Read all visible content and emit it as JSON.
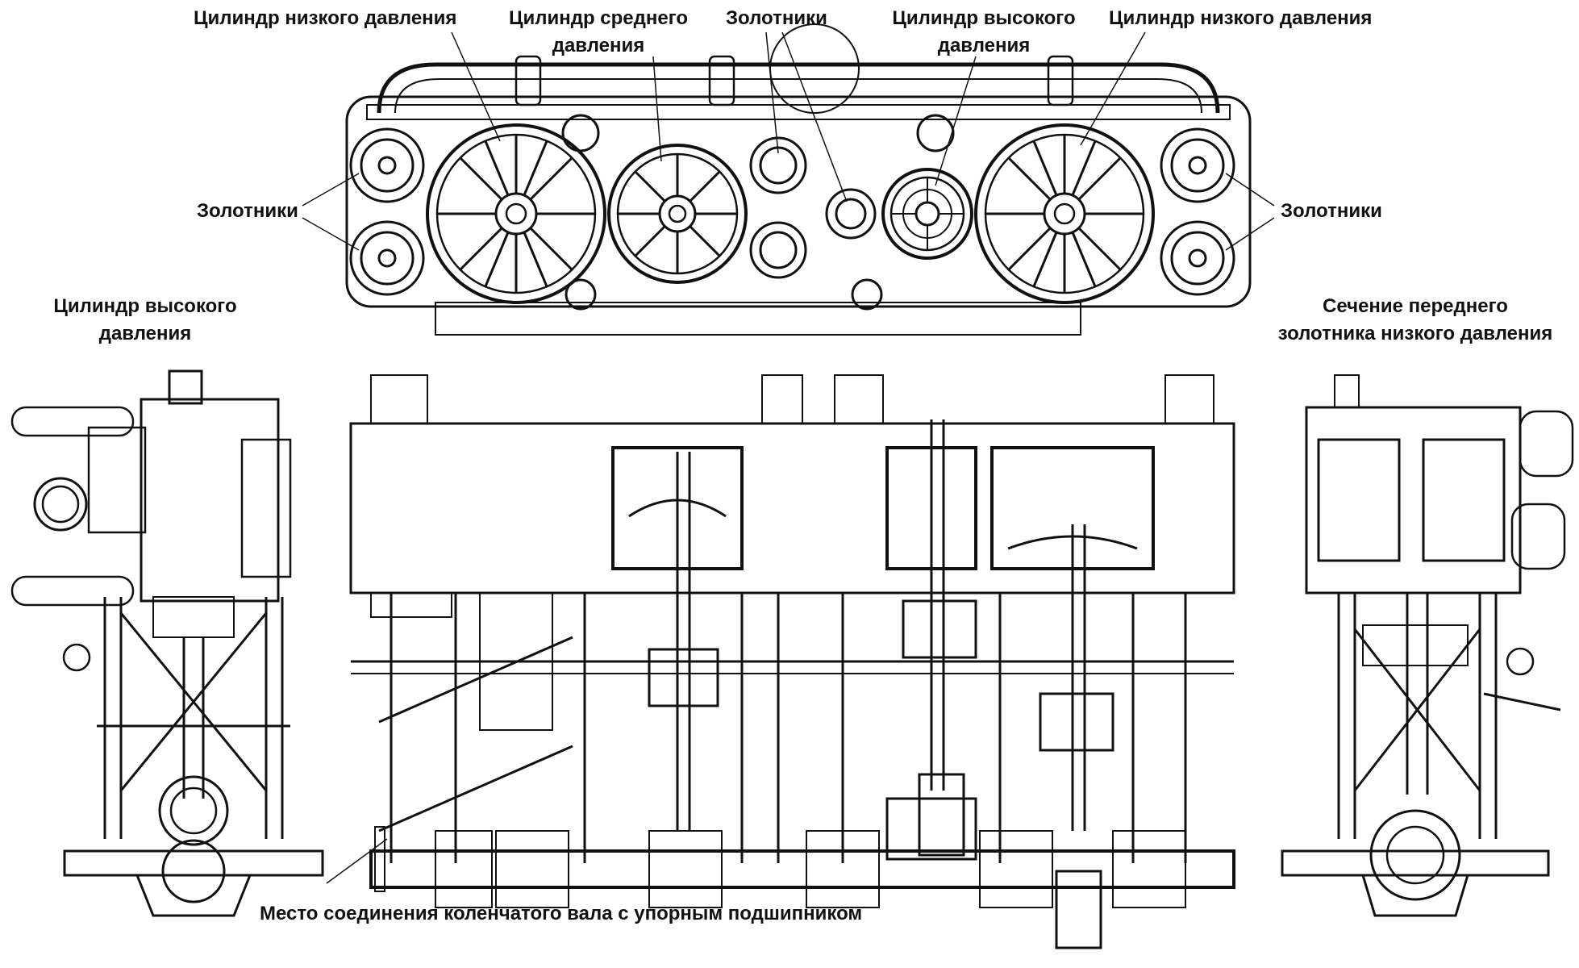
{
  "labels": {
    "top_lp_left": "Цилиндр низкого давления",
    "top_mp": [
      "Цилиндр среднего",
      "давления"
    ],
    "top_valves": "Золотники",
    "top_hp": [
      "Цилиндр высокого",
      "давления"
    ],
    "top_lp_right": "Цилиндр низкого давления",
    "valves_left": "Золотники",
    "valves_right": "Золотники",
    "side_hp": [
      "Цилиндр высокого",
      "давления"
    ],
    "side_section": [
      "Сечение переднего",
      "золотника низкого давления"
    ],
    "bottom_coupling": "Место соединения коленчатого вала с упорным подшипником"
  },
  "colors": {
    "ink": "#111111",
    "paper": "#ffffff"
  }
}
